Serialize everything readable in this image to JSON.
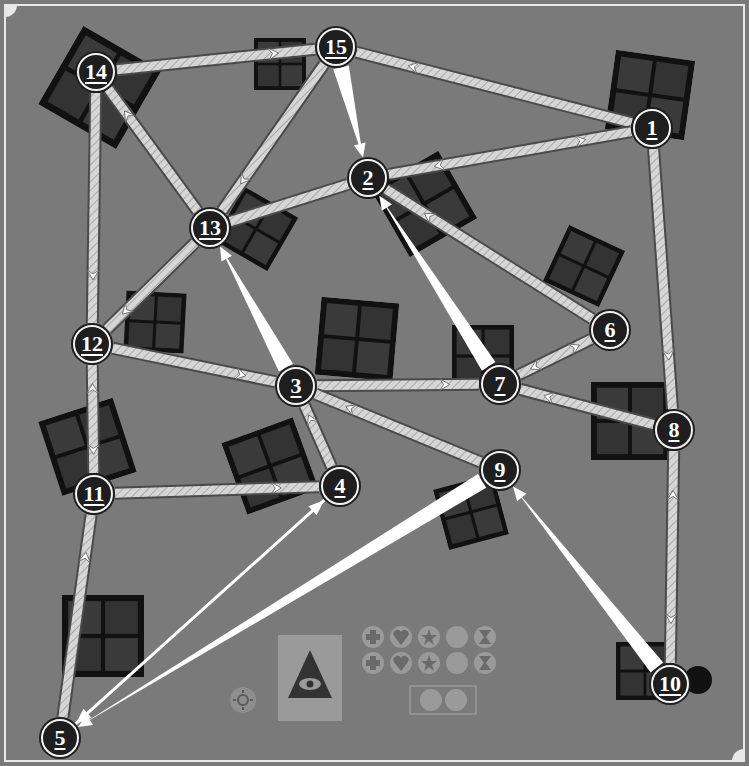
{
  "diagram": {
    "nodes": [
      {
        "text": [
          "1"
        ]
      },
      {
        "text": [
          "2"
        ]
      },
      {
        "text": [
          "3"
        ]
      },
      {
        "text": [
          "4"
        ]
      },
      {
        "text": [
          "5"
        ]
      },
      {
        "text": [
          "6"
        ]
      },
      {
        "text": [
          "7"
        ]
      },
      {
        "text": [
          "8"
        ]
      },
      {
        "text": [
          "9"
        ]
      },
      {
        "text": [
          "10"
        ]
      },
      {
        "text": [
          "11"
        ]
      },
      {
        "text": [
          "12"
        ]
      },
      {
        "text": [
          "13"
        ]
      },
      {
        "text": [
          "14"
        ]
      },
      {
        "text": [
          "15"
        ]
      }
    ],
    "edges": [
      {
        "from": 13,
        "to": 14,
        "arrow": "to"
      },
      {
        "from": 0,
        "to": 14,
        "arrow": "to"
      },
      {
        "from": 14,
        "to": 12,
        "arrow": "to"
      },
      {
        "from": 13,
        "to": 11,
        "arrow": "to"
      },
      {
        "from": 12,
        "to": 13,
        "arrow": "to"
      },
      {
        "from": 12,
        "to": 11,
        "arrow": "to"
      },
      {
        "from": 1,
        "to": 0,
        "arrow": "both"
      },
      {
        "from": 0,
        "to": 7,
        "arrow": "to"
      },
      {
        "from": 5,
        "to": 1,
        "arrow": "to"
      },
      {
        "from": 5,
        "to": 6,
        "arrow": "both"
      },
      {
        "from": 7,
        "to": 6,
        "arrow": "to"
      },
      {
        "from": 7,
        "to": 9,
        "arrow": "both"
      },
      {
        "from": 2,
        "to": 6,
        "arrow": "to"
      },
      {
        "from": 11,
        "to": 2,
        "arrow": "to"
      },
      {
        "from": 3,
        "to": 2,
        "arrow": "to"
      },
      {
        "from": 8,
        "to": 2,
        "arrow": "to"
      },
      {
        "from": 11,
        "to": 10,
        "arrow": "both"
      },
      {
        "from": 10,
        "to": 3,
        "arrow": "to"
      },
      {
        "from": 4,
        "to": 10,
        "arrow": "to"
      },
      {
        "from": 12,
        "to": 1,
        "arrow": "none"
      },
      {
        "from": 14,
        "to": 1,
        "arrow": "to"
      },
      {
        "from": 2,
        "to": 12,
        "arrow": "to"
      },
      {
        "from": 6,
        "to": 1,
        "arrow": "to"
      },
      {
        "from": 9,
        "to": 8,
        "arrow": "to"
      },
      {
        "from": 8,
        "to": 4,
        "arrow": "to"
      },
      {
        "from": 4,
        "to": 3,
        "arrow": "both"
      }
    ]
  }
}
